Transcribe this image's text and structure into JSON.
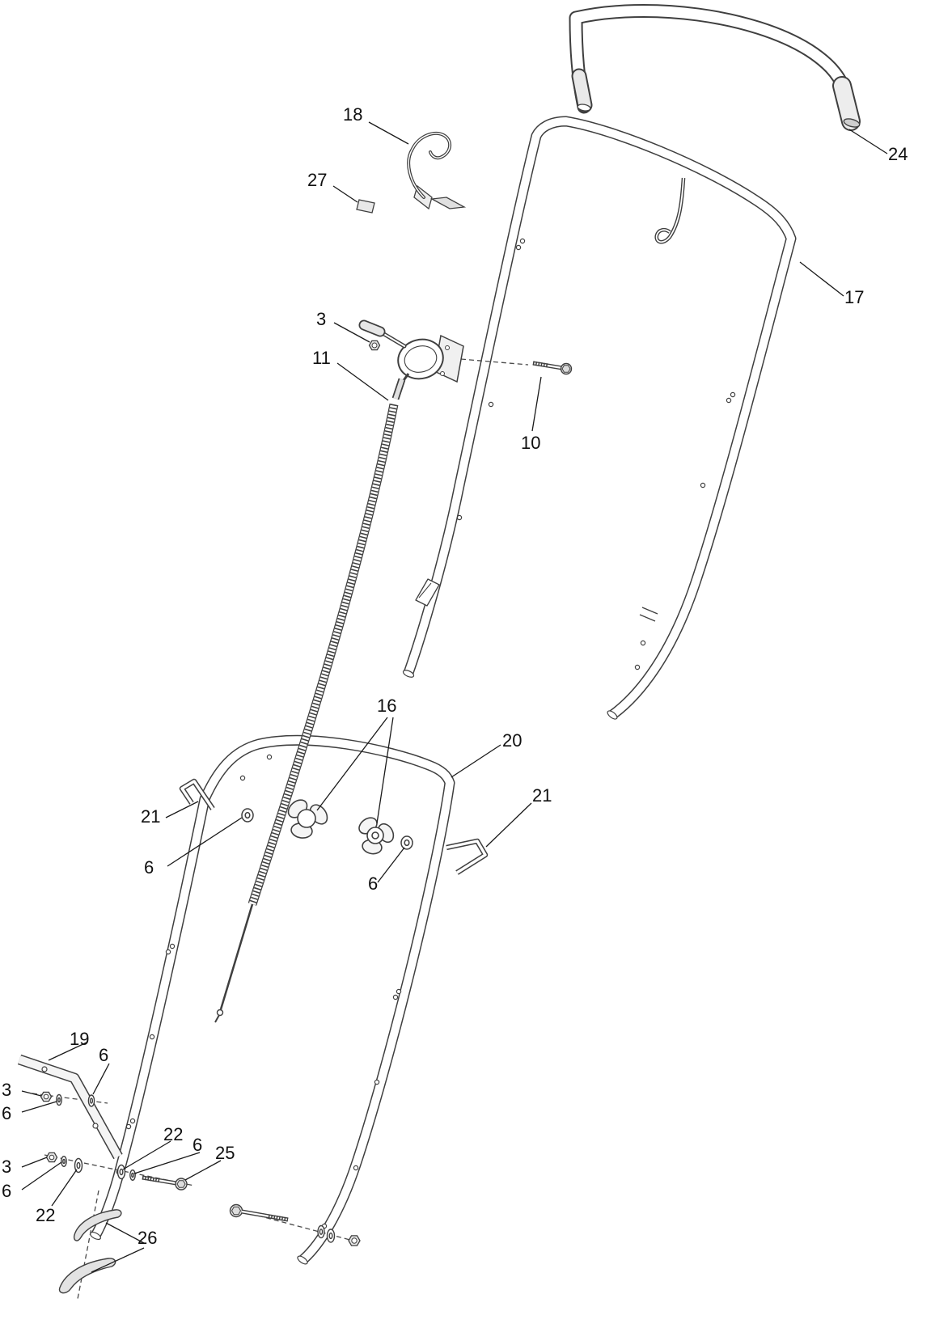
{
  "diagram": {
    "background_color": "#ffffff",
    "line_color": "#3f3f3f",
    "labels": [
      {
        "text": "18"
      },
      {
        "text": "27"
      },
      {
        "text": "24"
      },
      {
        "text": "17"
      },
      {
        "text": "3"
      },
      {
        "text": "11"
      },
      {
        "text": "10"
      },
      {
        "text": "16"
      },
      {
        "text": "20"
      },
      {
        "text": "21"
      },
      {
        "text": "6"
      },
      {
        "text": "21"
      },
      {
        "text": "6"
      },
      {
        "text": "19"
      },
      {
        "text": "6"
      },
      {
        "text": "3"
      },
      {
        "text": "6"
      },
      {
        "text": "22"
      },
      {
        "text": "6"
      },
      {
        "text": "25"
      },
      {
        "text": "3"
      },
      {
        "text": "6"
      },
      {
        "text": "22"
      },
      {
        "text": "26"
      }
    ]
  }
}
